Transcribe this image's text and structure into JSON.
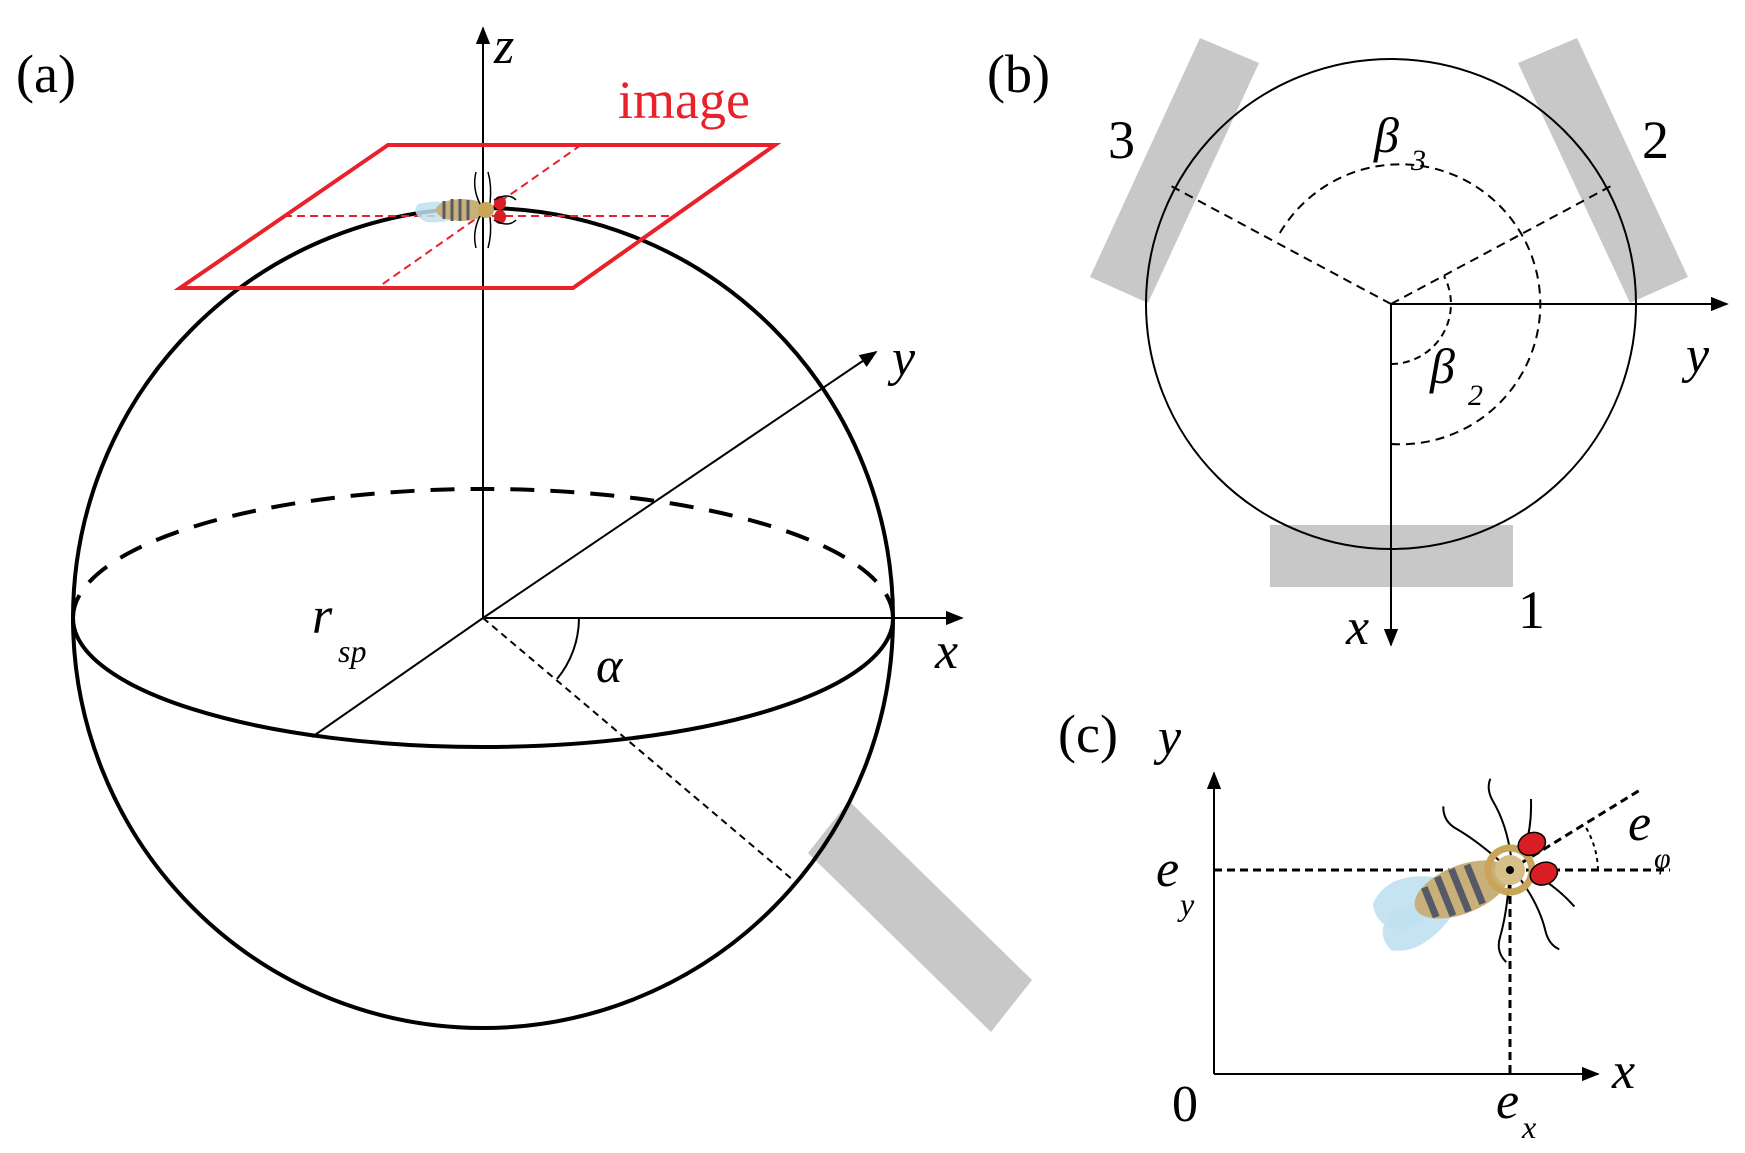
{
  "panels": {
    "a": {
      "label": "(a)",
      "image_label": "image",
      "axis_z": "z",
      "axis_y": "y",
      "axis_x": "x",
      "radius_base": "r",
      "radius_sub": "sp",
      "angle_alpha": "α"
    },
    "b": {
      "label": "(b)",
      "support_1": "1",
      "support_2": "2",
      "support_3": "3",
      "beta3_base": "β",
      "beta3_sub": "3",
      "beta2_base": "β",
      "beta2_sub": "2",
      "axis_y": "y",
      "axis_x": "x"
    },
    "c": {
      "label": "(c)",
      "axis_y": "y",
      "axis_x": "x",
      "origin": "0",
      "ey_base": "e",
      "ey_sub": "y",
      "ex_base": "e",
      "ex_sub": "x",
      "ephi_base": "e",
      "ephi_sub": "φ"
    }
  },
  "colors": {
    "ink": "#000000",
    "image_plane": "#e8212b",
    "support": "#c8c8c8",
    "fly_wing": "#bfe0ee",
    "fly_thorax": "#c9a55a",
    "fly_eye": "#d81e24",
    "fly_stripe": "#555a66"
  }
}
